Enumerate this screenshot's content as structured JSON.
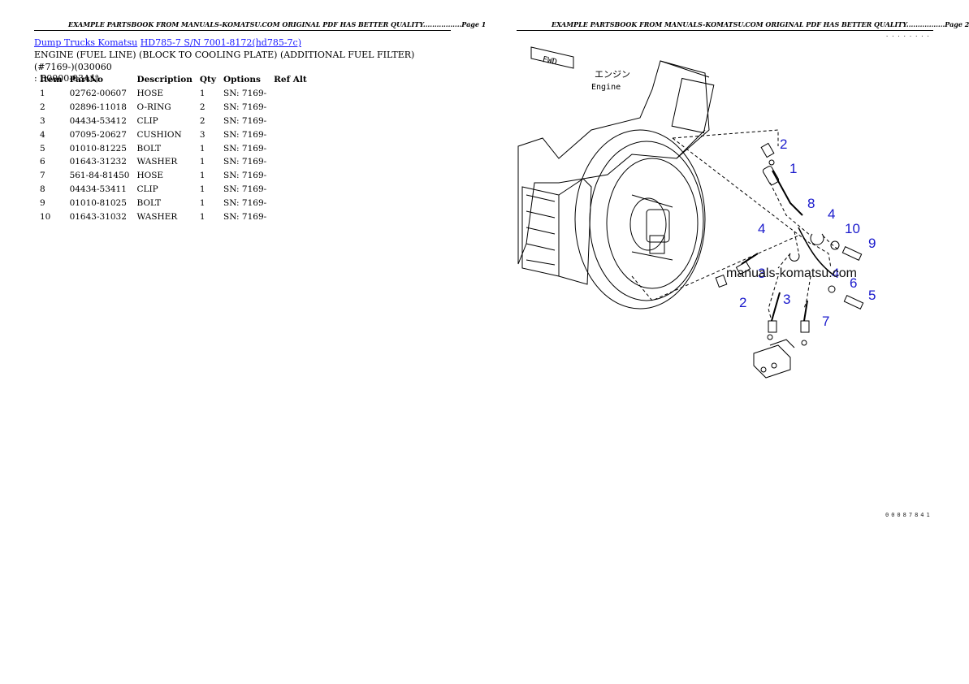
{
  "header": {
    "left": "EXAMPLE PARTSBOOK FROM MANUALS-KOMATSU.COM ORIGINAL PDF HAS BETTER QUALITY.................Page 1",
    "right": "EXAMPLE PARTSBOOK FROM MANUALS-KOMATSU.COM ORIGINAL PDF HAS BETTER QUALITY.................Page 2"
  },
  "breadcrumb": {
    "link1": "Dump Trucks Komatsu",
    "link2": "HD785-7 S/N 7001-8172(hd785-7c)"
  },
  "title_line1": "ENGINE (FUEL LINE) (BLOCK TO COOLING PLATE) (ADDITIONAL FUEL FILTER)(#7169-)(030060",
  "title_line2": ": B0000-03A1)",
  "table": {
    "headers": [
      "Item",
      "PartNo",
      "Description",
      "Qty",
      "Options",
      "Ref Alt"
    ],
    "rows": [
      [
        "1",
        "02762-00607",
        "HOSE",
        "1",
        "SN: 7169-",
        ""
      ],
      [
        "2",
        "02896-11018",
        "O-RING",
        "2",
        "SN: 7169-",
        ""
      ],
      [
        "3",
        "04434-53412",
        "CLIP",
        "2",
        "SN: 7169-",
        ""
      ],
      [
        "4",
        "07095-20627",
        "CUSHION",
        "3",
        "SN: 7169-",
        ""
      ],
      [
        "5",
        "01010-81225",
        "BOLT",
        "1",
        "SN: 7169-",
        ""
      ],
      [
        "6",
        "01643-31232",
        "WASHER",
        "1",
        "SN: 7169-",
        ""
      ],
      [
        "7",
        "561-84-81450",
        "HOSE",
        "1",
        "SN: 7169-",
        ""
      ],
      [
        "8",
        "04434-53411",
        "CLIP",
        "1",
        "SN: 7169-",
        ""
      ],
      [
        "9",
        "01010-81025",
        "BOLT",
        "1",
        "SN: 7169-",
        ""
      ],
      [
        "10",
        "01643-31032",
        "WASHER",
        "1",
        "SN: 7169-",
        ""
      ]
    ]
  },
  "diagram": {
    "fwd_label": "FWD",
    "engine_label_jp": "エンジン",
    "engine_label": "Engine",
    "watermark": "manuals-komatsu.com",
    "ref_top": "........",
    "ref_bottom": "00087841",
    "callouts": [
      "2",
      "1",
      "8",
      "4",
      "10",
      "9",
      "4",
      "3",
      "3",
      "4",
      "6",
      "5",
      "2",
      "7"
    ]
  },
  "colors": {
    "link": "#1a1aff",
    "callout": "#1a1acc"
  }
}
